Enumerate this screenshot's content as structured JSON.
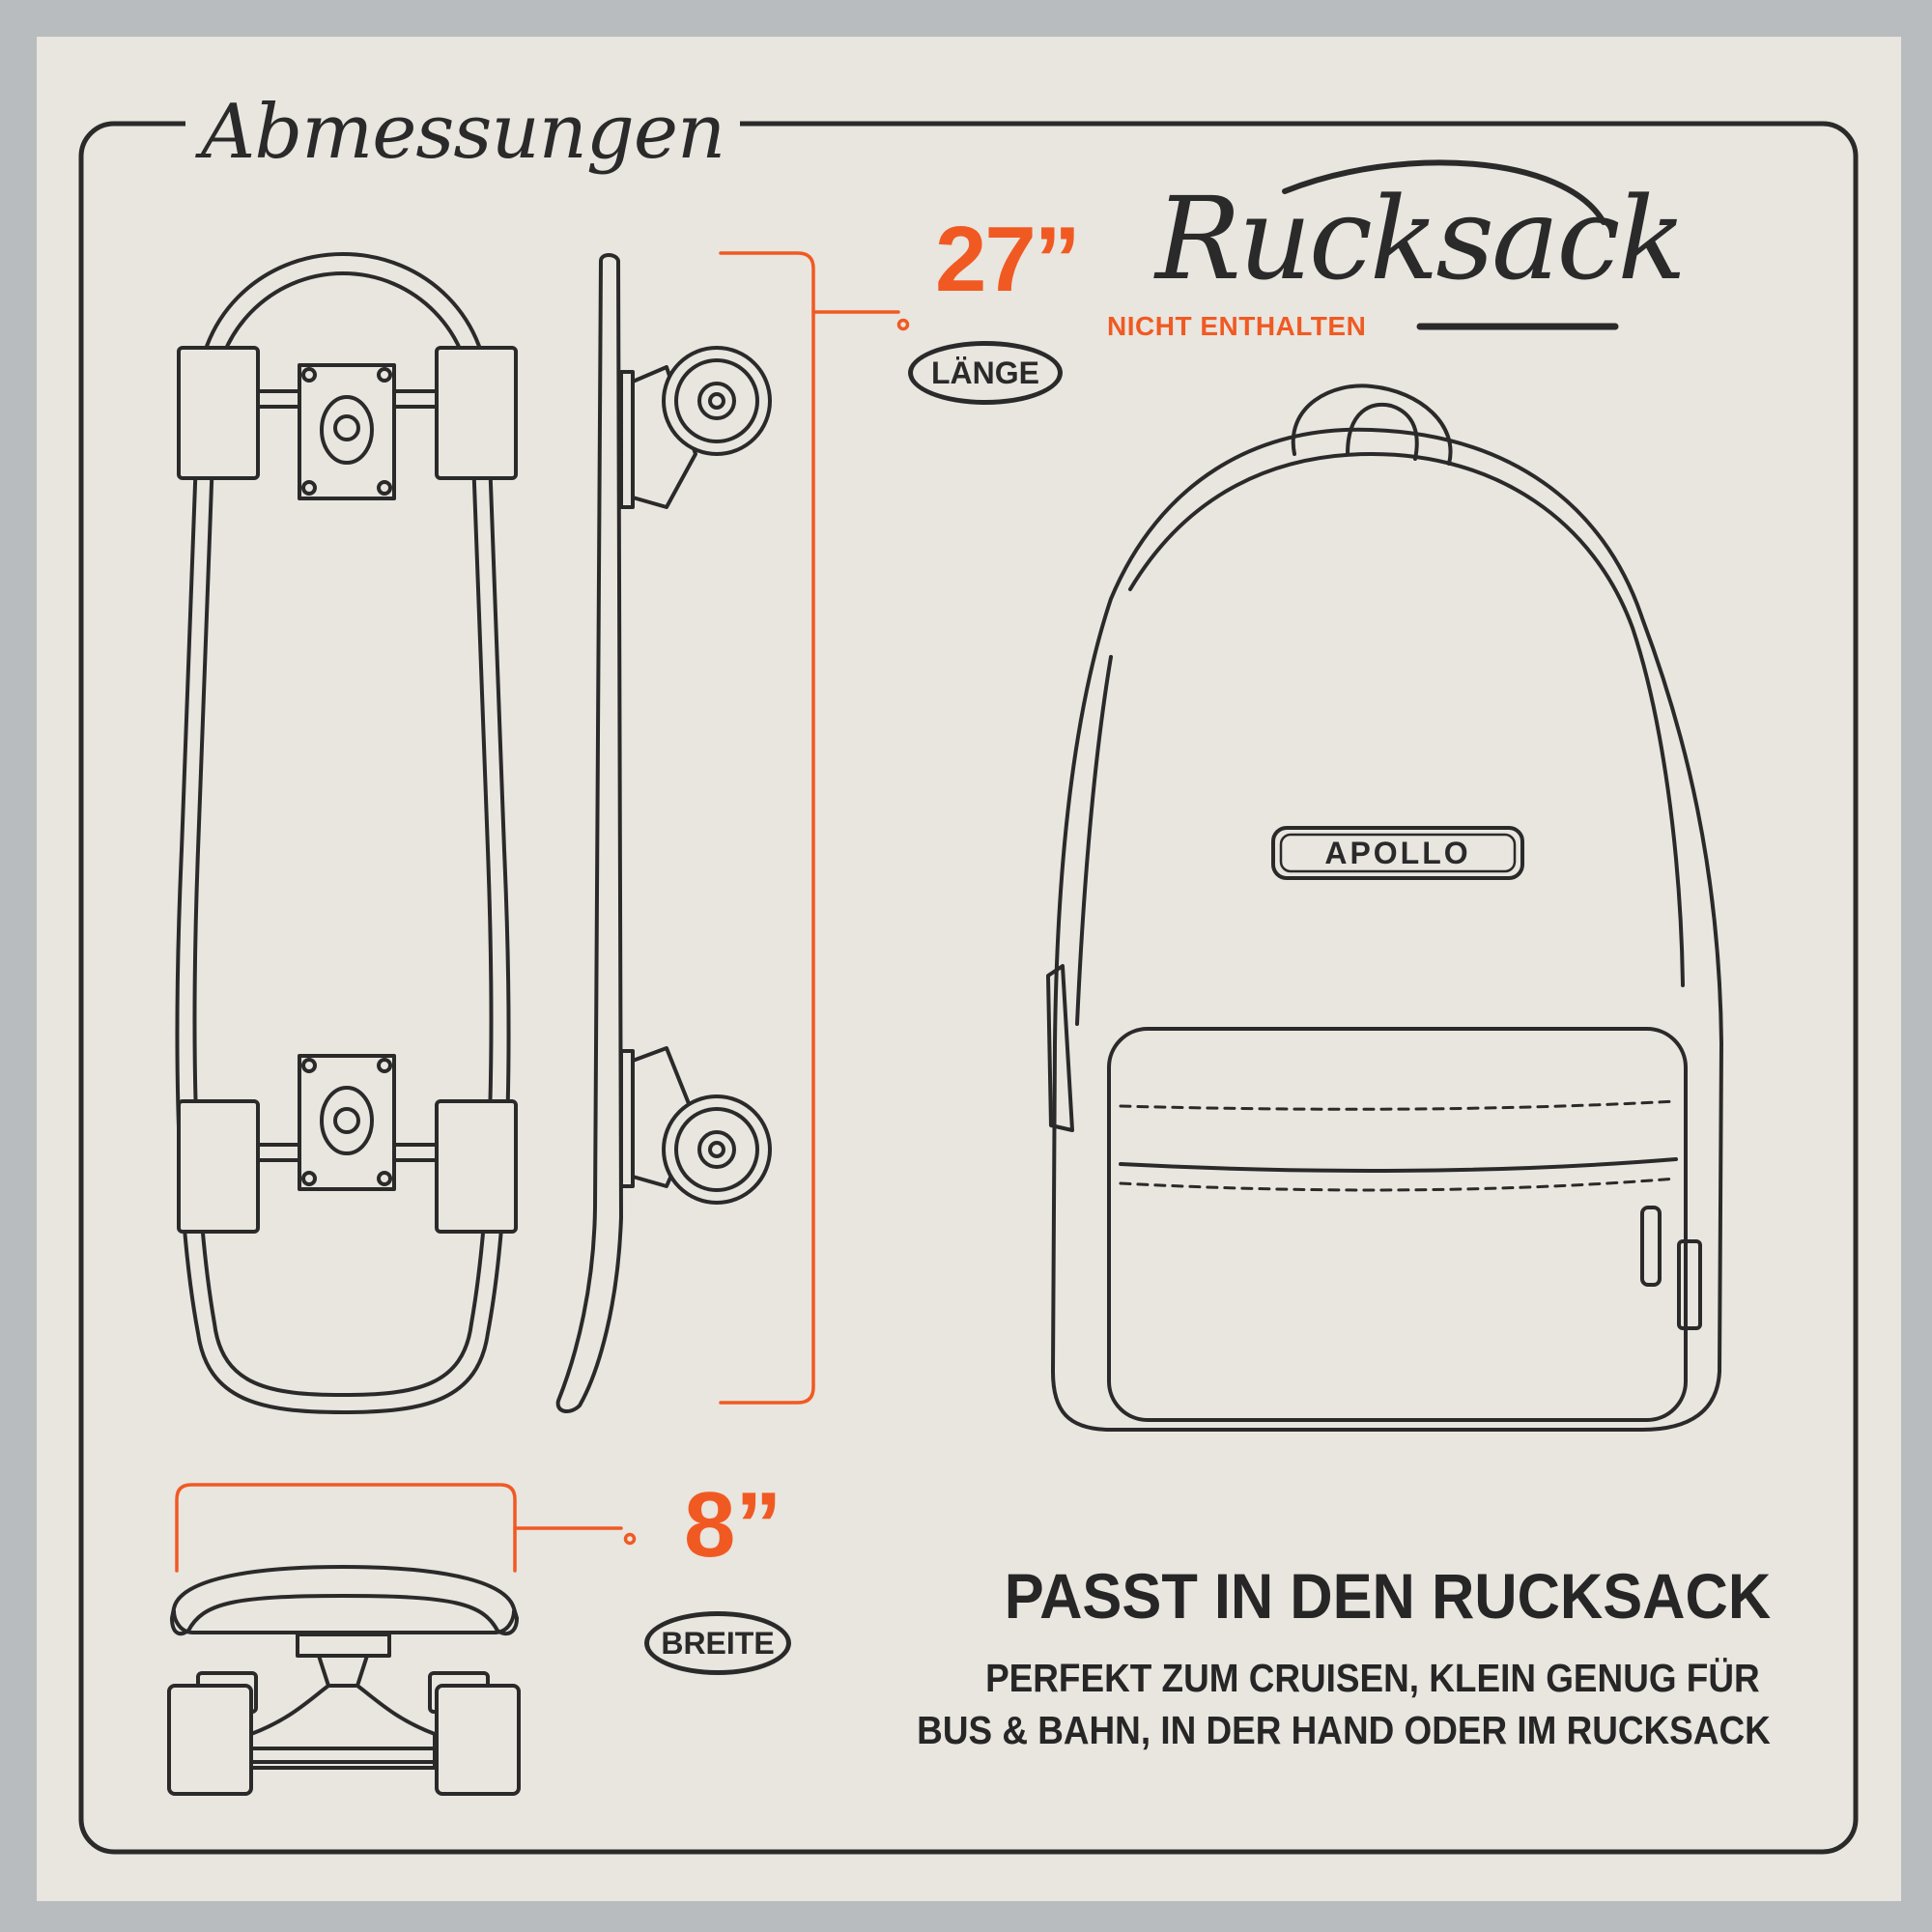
{
  "heading": "Abmessungen",
  "length": {
    "value": "27”",
    "label": "LÄNGE"
  },
  "width": {
    "value": "8”",
    "label": "BREITE"
  },
  "backpack": {
    "title": "Rucksack",
    "note": "NICHT ENTHALTEN",
    "badge": "APOLLO"
  },
  "tagline": {
    "title": "PASST IN DEN RUCKSACK",
    "lines": [
      "PERFEKT ZUM CRUISEN, KLEIN GENUG FÜR",
      "BUS & BAHN, IN DER HAND ODER IM RUCKSACK"
    ]
  },
  "colors": {
    "accent": "#f05a22",
    "ink": "#2a2a2a",
    "paper": "#e9e5df",
    "background": "#b9bcbf"
  }
}
